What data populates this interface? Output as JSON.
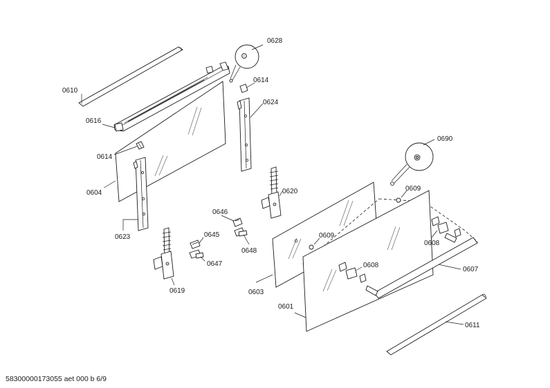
{
  "labels": {
    "p0610": "0610",
    "p0616": "0616",
    "p0614a": "0614",
    "p0604": "0604",
    "p0623": "0623",
    "p0628": "0628",
    "p0614b": "0614",
    "p0624": "0624",
    "p0620": "0620",
    "p0646": "0646",
    "p0645": "0645",
    "p0647": "0647",
    "p0648": "0648",
    "p0619": "0619",
    "p0690": "0690",
    "p0609a": "0609",
    "p0609b": "0609",
    "p0608a": "0608",
    "p0608b": "0608",
    "p0607": "0607",
    "p0603": "0603",
    "p0601": "0601",
    "p0611": "0611"
  },
  "footer": {
    "text": "58300000173055 aet 000 b 6/9"
  }
}
